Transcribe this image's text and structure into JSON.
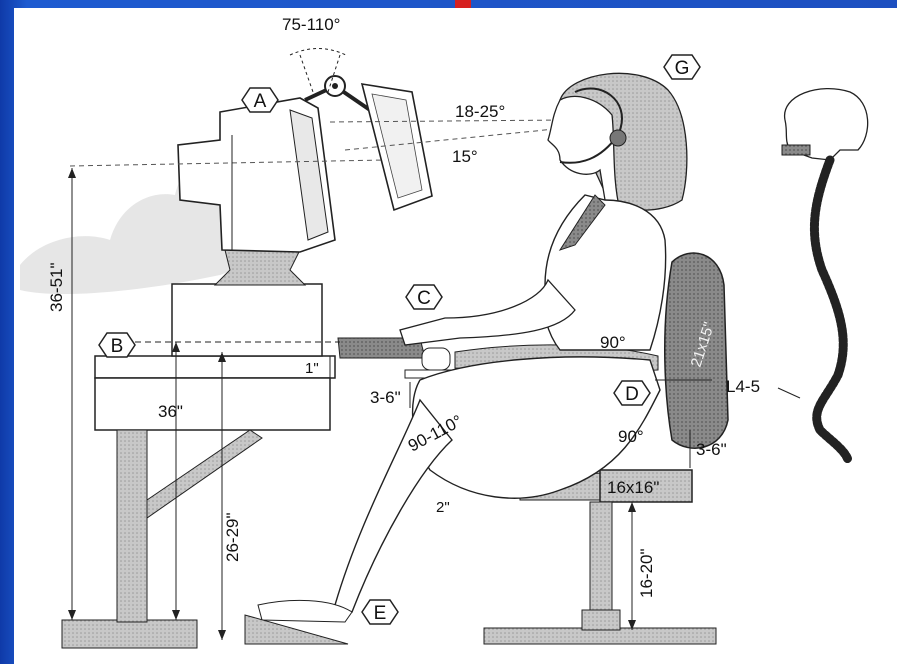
{
  "labels": {
    "A": "A",
    "B": "B",
    "C": "C",
    "D": "D",
    "E": "E",
    "G": "G"
  },
  "measurements": {
    "monitor_tilt": "75-110°",
    "view_angle_upper": "18-25°",
    "view_angle_lower": "15°",
    "eye_height": "36-51\"",
    "desk_height": "36\"",
    "keyboard_height": "26-29\"",
    "keyboard_offset": "1\"",
    "armrest_gap": "3-6\"",
    "knee_angle": "90-110°",
    "seat_clearance": "2\"",
    "elbow_angle": "90°",
    "hip_angle": "90°",
    "backrest_size": "21x15\"",
    "lumbar": "L4-5",
    "backrest_gap": "3-6\"",
    "seat_size": "16x16\"",
    "seat_height": "16-20\""
  },
  "colors": {
    "slide_border": "#1d4fc0",
    "paper": "#ffffff",
    "shade": "#bdbdbd",
    "line": "#222222"
  }
}
